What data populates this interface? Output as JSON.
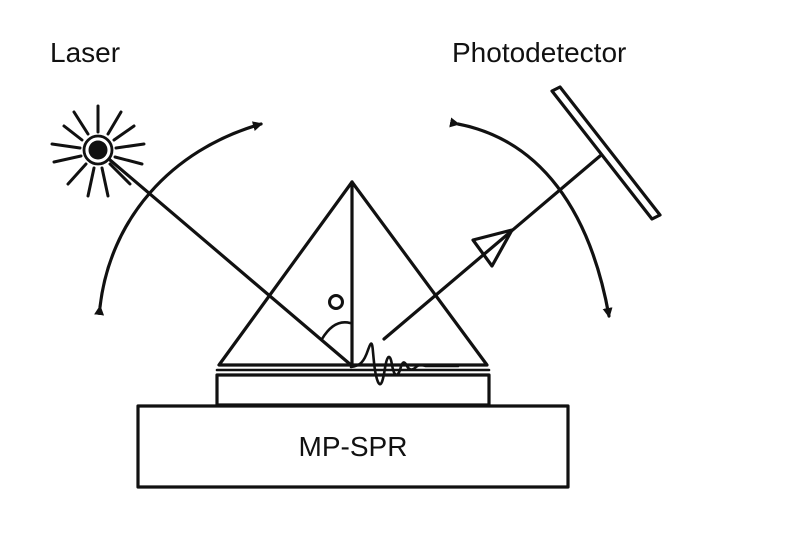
{
  "labels": {
    "laser": "Laser",
    "photodetector": "Photodetector",
    "instrument": "MP-SPR"
  },
  "colors": {
    "ink": "#111111",
    "background": "#ffffff"
  },
  "icons": {
    "laser": "laser-sunburst-icon",
    "angle": "angle-theta-icon"
  }
}
